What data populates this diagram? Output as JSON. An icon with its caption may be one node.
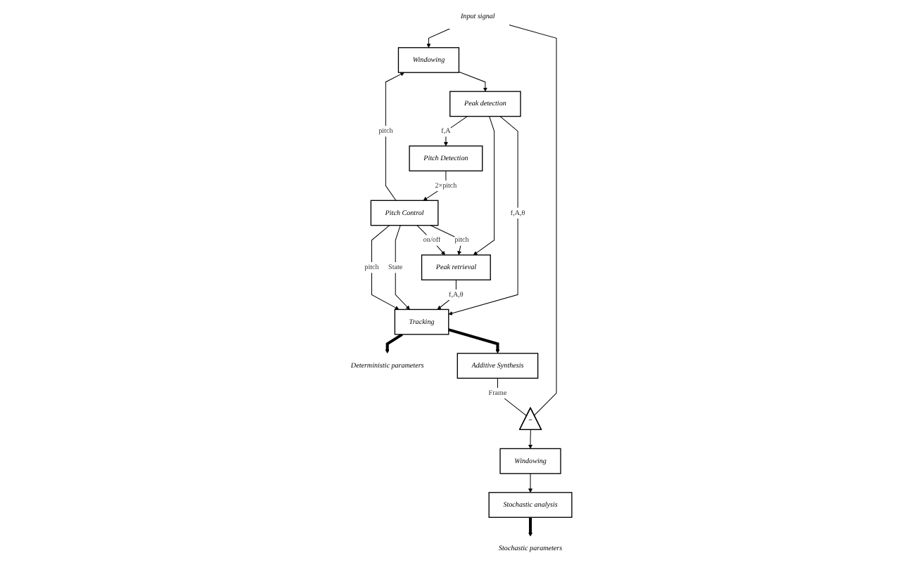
{
  "diagram": {
    "nodes": [
      {
        "text": [
          "Input signal"
        ]
      },
      {
        "text": [
          "Windowing"
        ]
      },
      {
        "text": [
          "Peak detection"
        ]
      },
      {
        "text": [
          "Tracking"
        ]
      },
      {
        "text": [
          "Deterministic parameters"
        ]
      },
      {
        "text": [
          "Pitch Detection"
        ]
      },
      {
        "text": [
          "Peak retrieval"
        ]
      },
      {
        "text": [
          "Pitch Control"
        ]
      },
      {
        "text": [
          "Additive Synthesis"
        ]
      },
      {
        "text": [
          "−"
        ]
      },
      {
        "text": [
          "Windowing"
        ]
      },
      {
        "text": [
          "Stochastic analysis"
        ]
      },
      {
        "text": [
          "Stochastic parameters"
        ]
      }
    ],
    "edges": [
      {
        "from": 0,
        "to": 1,
        "arrow": "to"
      },
      {
        "from": 0,
        "to": 9,
        "arrow": "none"
      },
      {
        "from": 1,
        "to": 2,
        "arrow": "to"
      },
      {
        "from": 2,
        "to": 3,
        "arrow": "to",
        "label": "f,A,θ"
      },
      {
        "from": 2,
        "to": 5,
        "arrow": "to",
        "label": "f,A"
      },
      {
        "from": 2,
        "to": 6,
        "arrow": "to"
      },
      {
        "from": 6,
        "to": 3,
        "arrow": "to",
        "label": "f,A,θ"
      },
      {
        "from": 5,
        "to": 7,
        "arrow": "to",
        "label": "2×pitch"
      },
      {
        "from": 7,
        "to": 1,
        "arrow": "to",
        "label": "pitch"
      },
      {
        "from": 7,
        "to": 6,
        "arrow": "to",
        "label": "pitch"
      },
      {
        "from": 7,
        "to": 6,
        "arrow": "to",
        "label": "on/off"
      },
      {
        "from": 7,
        "to": 3,
        "arrow": "to",
        "label": "State"
      },
      {
        "from": 7,
        "to": 3,
        "arrow": "to",
        "label": "pitch"
      },
      {
        "from": 3,
        "to": 4,
        "arrow": "to",
        "style": "thick"
      },
      {
        "from": 3,
        "to": 8,
        "arrow": "to",
        "style": "thick"
      },
      {
        "from": 8,
        "to": 9,
        "arrow": "none",
        "label": "Frame"
      },
      {
        "from": 9,
        "to": 10,
        "arrow": "to"
      },
      {
        "from": 10,
        "to": 11,
        "arrow": "to"
      },
      {
        "from": 11,
        "to": 12,
        "arrow": "to",
        "style": "thick"
      }
    ]
  }
}
